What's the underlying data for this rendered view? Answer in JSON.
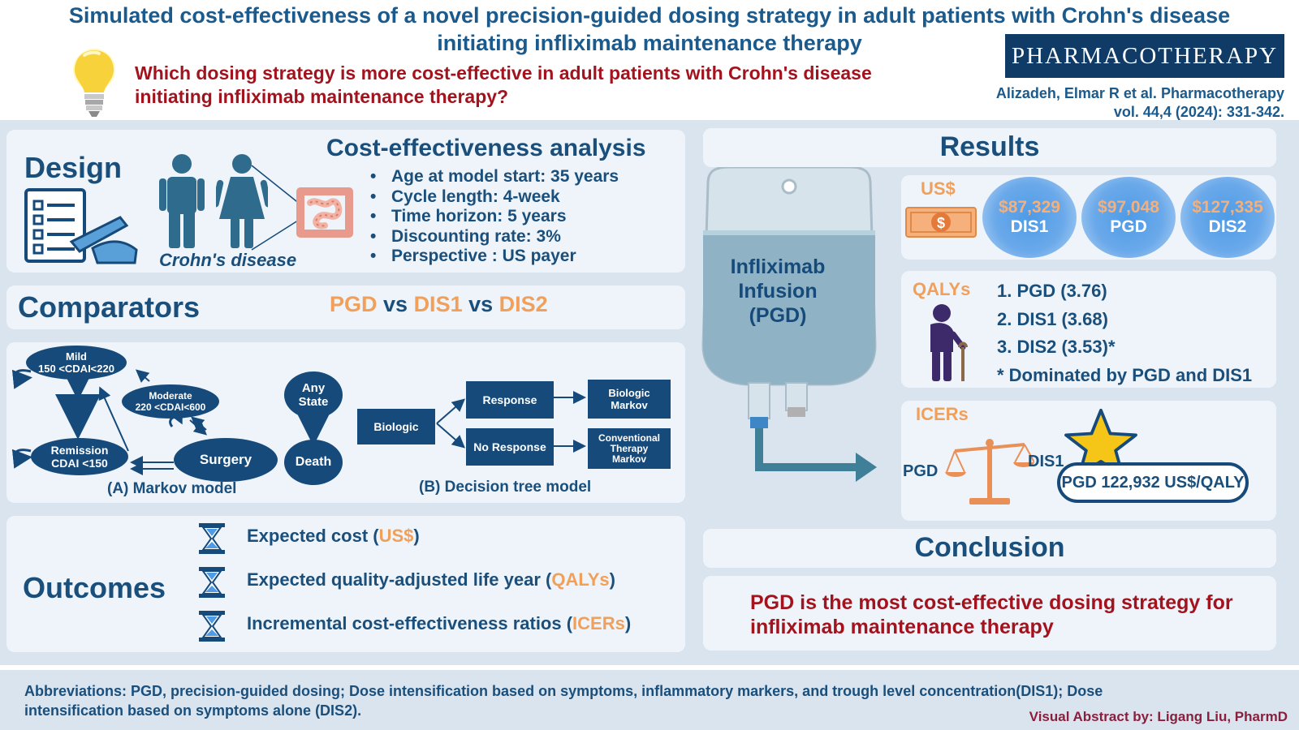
{
  "header": {
    "title_line1": "Simulated cost-effectiveness of a novel precision-guided dosing strategy in adult patients with Crohn's disease",
    "title_line2": "initiating infliximab maintenance therapy",
    "question_line1": "Which dosing strategy is more cost-effective in adult patients with Crohn's disease",
    "question_line2": "initiating infliximab maintenance therapy?",
    "journal": "PHARMACOTHERAPY",
    "citation_line1": "Alizadeh, Elmar R et al. Pharmacotherapy",
    "citation_line2": "vol. 44,4 (2024): 331-342."
  },
  "design": {
    "heading": "Design",
    "disease_label": "Crohn's disease",
    "analysis_title": "Cost-effectiveness analysis",
    "bullets": [
      "Age at model start: 35 years",
      "Cycle length: 4-week",
      "Time horizon: 5 years",
      "Discounting rate: 3%",
      "Perspective : US payer"
    ]
  },
  "comparators": {
    "heading": "Comparators",
    "a": "PGD",
    "vs1": " vs ",
    "b": "DIS1",
    "vs2": " vs ",
    "c": "DIS2"
  },
  "markov": {
    "mild_1": "Mild",
    "mild_2": "150 <CDAI<220",
    "moderate_1": "Moderate",
    "moderate_2": "220 <CDAI<600",
    "remission_1": "Remission",
    "remission_2": "CDAI <150",
    "surgery": "Surgery",
    "any_1": "Any",
    "any_2": "State",
    "death": "Death",
    "caption": "(A) Markov model"
  },
  "decision_tree": {
    "biologic": "Biologic",
    "response": "Response",
    "no_response": "No Response",
    "bio_markov_1": "Biologic",
    "bio_markov_2": "Markov",
    "conv_1": "Conventional",
    "conv_2": "Therapy",
    "conv_3": "Markov",
    "caption": "(B) Decision tree model"
  },
  "outcomes": {
    "heading": "Outcomes",
    "items": [
      {
        "pre": "Expected cost (",
        "hl": "US$",
        "post": ")"
      },
      {
        "pre": "Expected quality-adjusted life year (",
        "hl": "QALYs",
        "post": ")"
      },
      {
        "pre": "Incremental cost-effectiveness ratios (",
        "hl": "ICERs",
        "post": ")"
      }
    ]
  },
  "infusion": {
    "line1": "Infliximab",
    "line2": "Infusion",
    "line3": "(PGD)"
  },
  "results": {
    "heading": "Results",
    "cost_label": "US$",
    "costs": [
      {
        "value": "$87,329",
        "label": "DIS1"
      },
      {
        "value": "$97,048",
        "label": "PGD"
      },
      {
        "value": "$127,335",
        "label": "DIS2"
      }
    ],
    "qaly_label": "QALYs",
    "qalys": [
      "1. PGD (3.76)",
      "2. DIS1 (3.68)",
      "3. DIS2 (3.53)*",
      "* Dominated by PGD and DIS1"
    ],
    "icer_label": "ICERs",
    "icer_left": "PGD",
    "icer_right": "DIS1",
    "icer_value": "PGD 122,932 US$/QALY"
  },
  "conclusion": {
    "heading": "Conclusion",
    "line1": "PGD is the most cost-effective dosing strategy for",
    "line2": "infliximab maintenance therapy"
  },
  "footer": {
    "abbrev_line1": "Abbreviations: PGD, precision-guided dosing; Dose intensification based on symptoms, inflammatory markers, and trough level concentration(DIS1); Dose",
    "abbrev_line2": "intensification based on symptoms alone (DIS2).",
    "credit": "Visual Abstract by: Ligang Liu, PharmD"
  },
  "colors": {
    "navy": "#164a7a",
    "title_blue": "#1a5a8c",
    "red": "#a3131e",
    "orange": "#f0a05a",
    "panel": "#eef4fa",
    "band": "#d9e4ef"
  },
  "icons": [
    "lightbulb-icon",
    "checklist-icon",
    "man-icon",
    "woman-icon",
    "intestine-icon",
    "iv-bag-icon",
    "money-icon",
    "elderly-person-icon",
    "scale-icon",
    "star-icon",
    "hourglass-icon"
  ]
}
